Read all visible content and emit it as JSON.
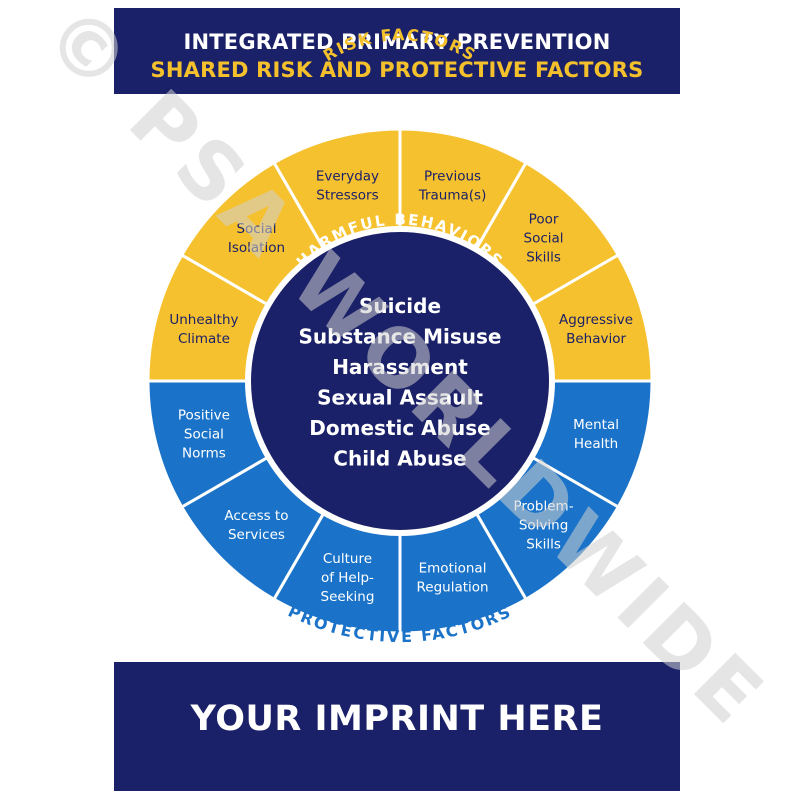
{
  "header": {
    "line1": "INTEGRATED PRIMARY PREVENTION",
    "line2": "SHARED RISK AND PROTECTIVE FACTORS"
  },
  "wheel": {
    "risk_title": "RISK FACTORS",
    "protective_title": "PROTECTIVE FACTORS",
    "center_title": "HARMFUL BEHAVIORS",
    "behaviors": [
      "Suicide",
      "Substance Misuse",
      "Harassment",
      "Sexual Assault",
      "Domestic Abuse",
      "Child Abuse"
    ],
    "risk_factors": [
      [
        "Everyday",
        "Stressors"
      ],
      [
        "Previous",
        "Trauma(s)"
      ],
      [
        "Poor",
        "Social",
        "Skills"
      ],
      [
        "Aggressive",
        "Behavior"
      ],
      [
        "Unhealthy",
        "Climate"
      ],
      [
        "Social",
        "Isolation"
      ]
    ],
    "protective_factors": [
      [
        "Mental",
        "Health"
      ],
      [
        "Problem-",
        "Solving",
        "Skills"
      ],
      [
        "Emotional",
        "Regulation"
      ],
      [
        "Culture",
        "of Help-",
        "Seeking"
      ],
      [
        "Access to",
        "Services"
      ],
      [
        "Positive",
        "Social",
        "Norms"
      ]
    ]
  },
  "footer": {
    "imprint": "YOUR IMPRINT HERE"
  },
  "watermark": "© PSA WORLDWIDE",
  "colors": {
    "navy": "#1b2168",
    "risk_yellow": "#f6c12f",
    "protective_blue": "#1a73c8",
    "risk_text": "#1b2168",
    "protective_text": "#ffffff"
  }
}
